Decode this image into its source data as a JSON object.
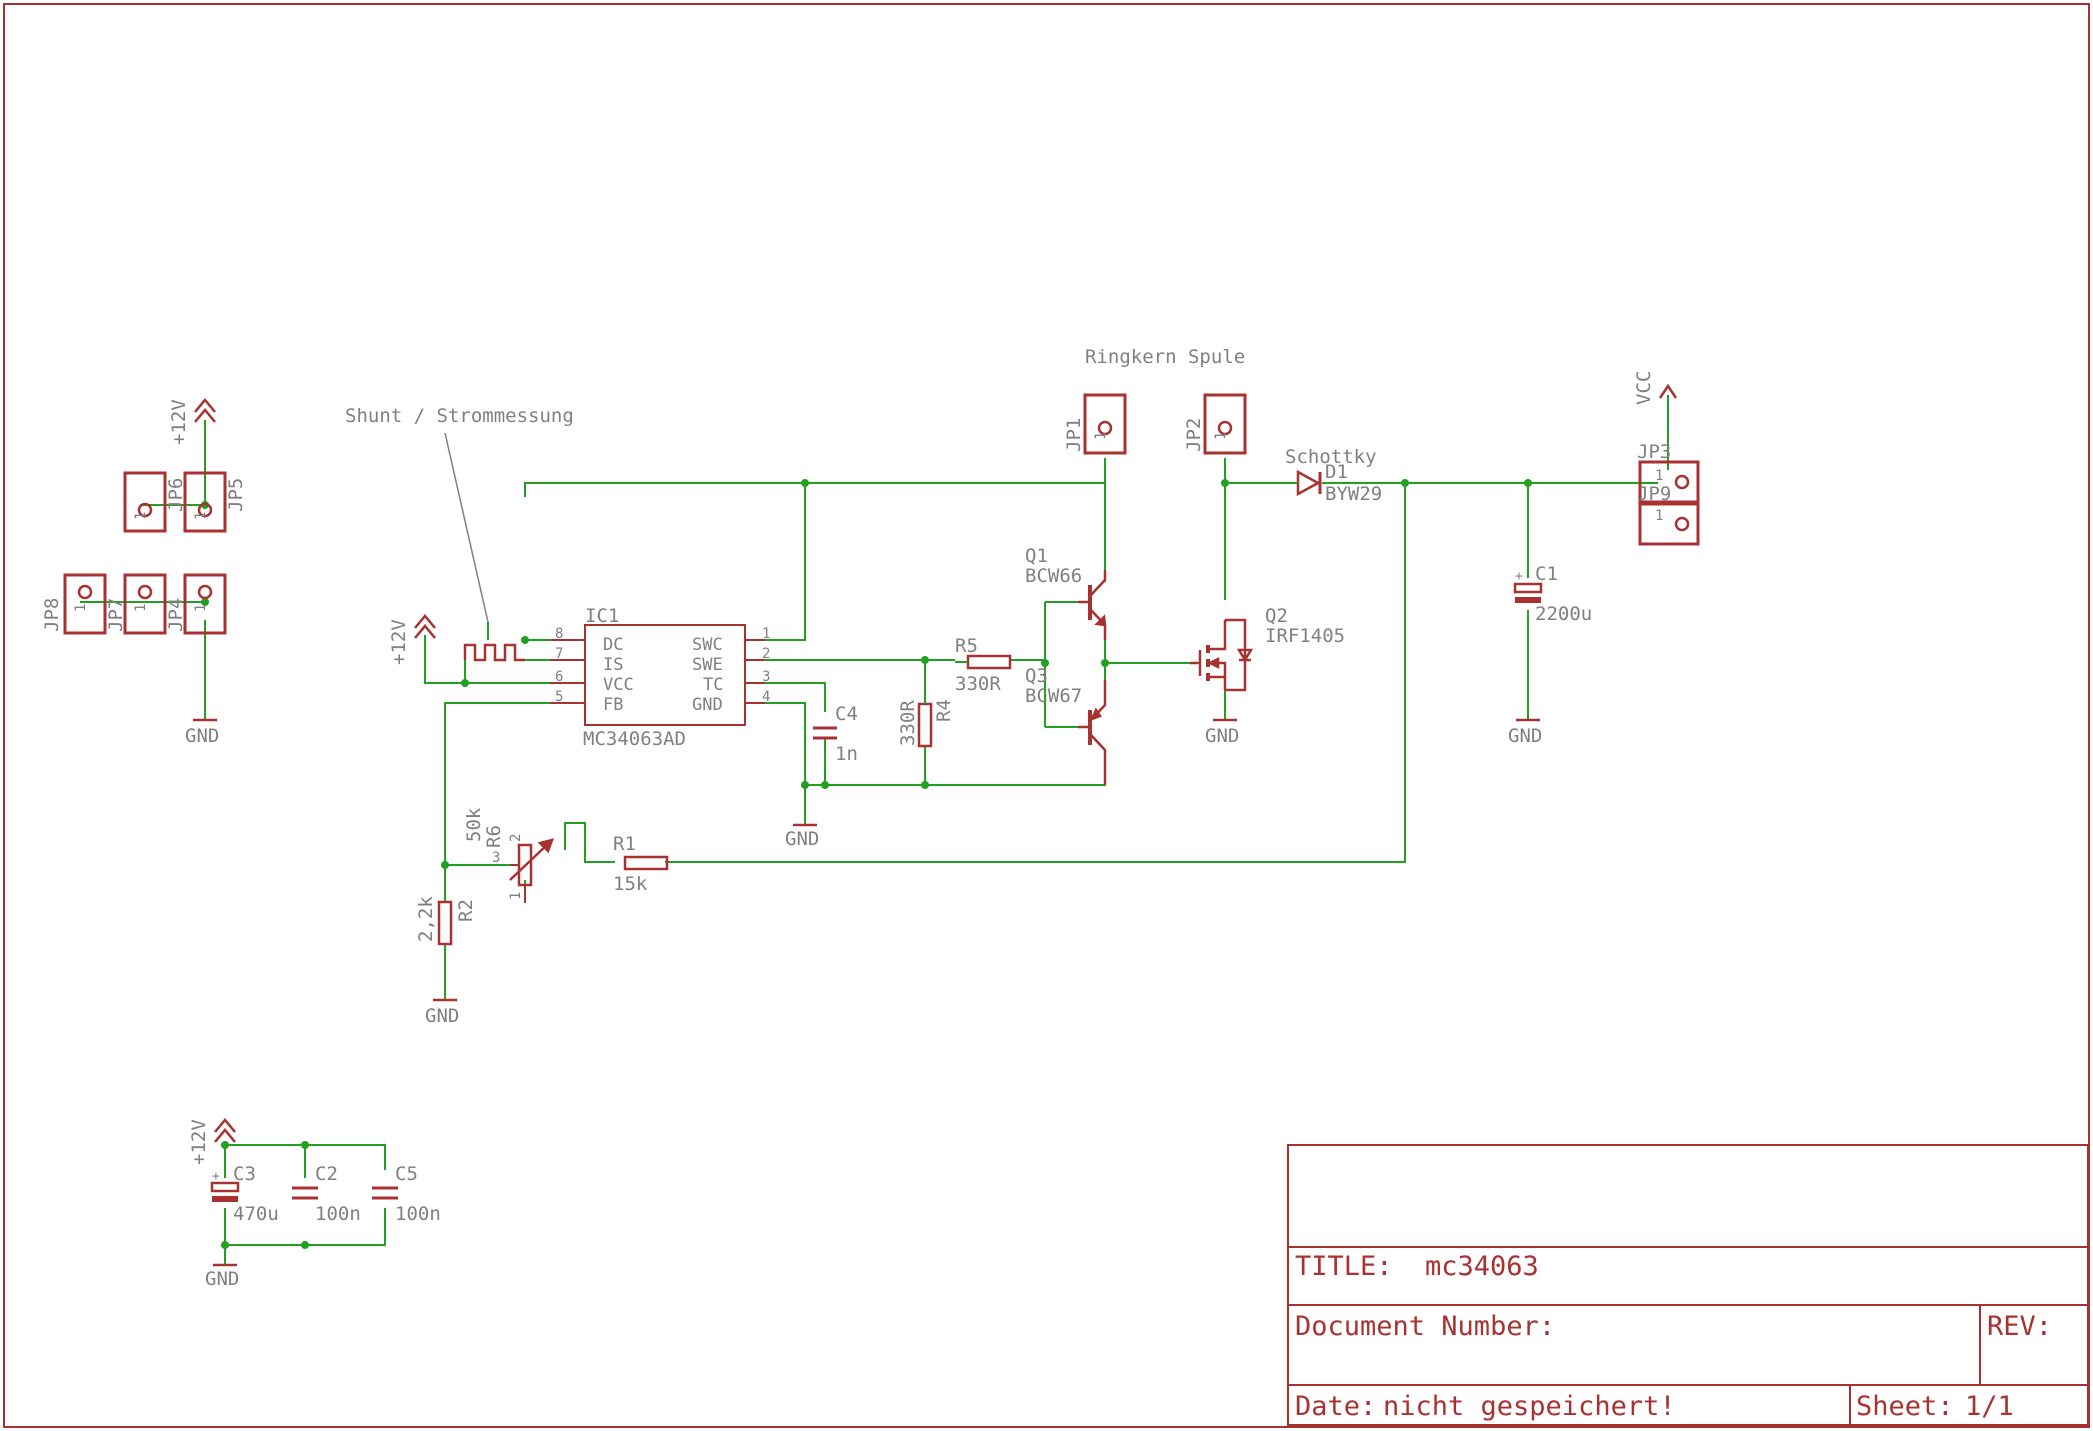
{
  "colors": {
    "symbol": "#a83232",
    "wire": "#22a022",
    "frame": "#a83232",
    "text": "#808080",
    "background": "#ffffff"
  },
  "labels": {
    "shunt_note": "Shunt / Strommessung",
    "coil_note": "Ringkern Spule",
    "schottky": "Schottky",
    "gnd": "GND",
    "plus12v": "+12V",
    "vcc": "VCC"
  },
  "parts": {
    "ic1": {
      "name": "IC1",
      "value": "MC34063AD",
      "pins_left": [
        "DC",
        "IS",
        "VCC",
        "FB"
      ],
      "pins_left_num": [
        "8",
        "7",
        "6",
        "5"
      ],
      "pins_right": [
        "SWC",
        "SWE",
        "TC",
        "GND"
      ],
      "pins_right_num": [
        "1",
        "2",
        "3",
        "4"
      ]
    },
    "q1": {
      "name": "Q1",
      "value": "BCW66"
    },
    "q3": {
      "name": "Q3",
      "value": "BCW67"
    },
    "q2": {
      "name": "Q2",
      "value": "IRF1405"
    },
    "d1": {
      "name": "D1",
      "value": "BYW29"
    },
    "r1": {
      "name": "R1",
      "value": "15k"
    },
    "r2": {
      "name": "R2",
      "value": "2,2k"
    },
    "r4": {
      "name": "R4",
      "value": "330R"
    },
    "r5": {
      "name": "R5",
      "value": "330R"
    },
    "r6": {
      "name": "R6",
      "value": "50k",
      "pin1": "1",
      "pin2": "2",
      "pin3": "3"
    },
    "c1": {
      "name": "C1",
      "value": "2200u"
    },
    "c2": {
      "name": "C2",
      "value": "100n"
    },
    "c3": {
      "name": "C3",
      "value": "470u"
    },
    "c4": {
      "name": "C4",
      "value": "1n"
    },
    "c5": {
      "name": "C5",
      "value": "100n"
    },
    "jp1": "JP1",
    "jp2": "JP2",
    "jp3": "JP3",
    "jp4": "JP4",
    "jp5": "JP5",
    "jp6": "JP6",
    "jp7": "JP7",
    "jp8": "JP8",
    "jp9": "JP9",
    "pin1": "1"
  },
  "title_block": {
    "title_label": "TITLE:",
    "title_value": "mc34063",
    "doc_number_label": "Document Number:",
    "rev_label": "REV:",
    "date_label": "Date:",
    "date_value": "nicht gespeichert!",
    "sheet_label": "Sheet:",
    "sheet_value": "1/1"
  }
}
